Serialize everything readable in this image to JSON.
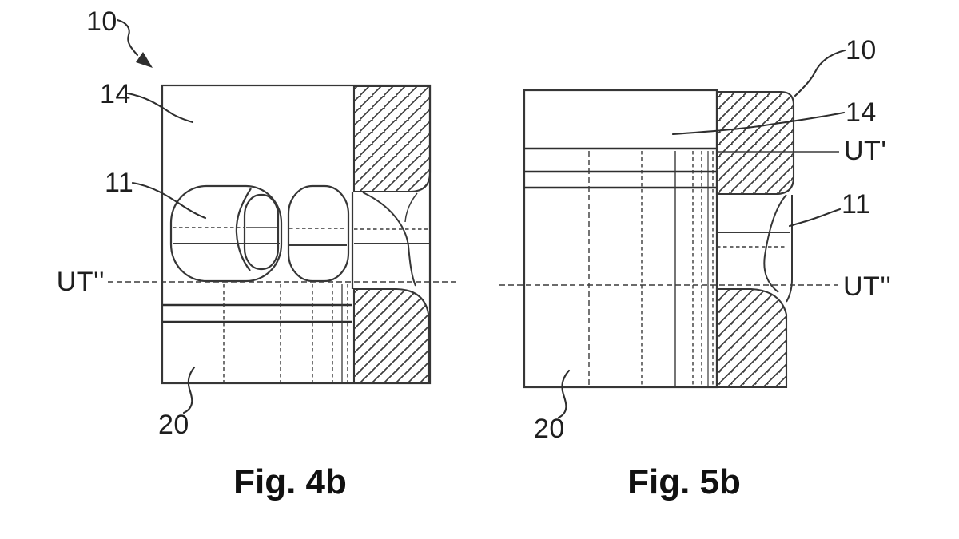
{
  "sheet": {
    "type": "patent-drawing",
    "background_color": "#ffffff",
    "line_color": "#363636",
    "text_color": "#1e1e1e"
  },
  "fig4b": {
    "caption": "Fig. 4b",
    "ref_10": "10",
    "ref_14": "14",
    "ref_11": "11",
    "ref_20": "20",
    "ut_double_label": "UT''"
  },
  "fig5b": {
    "caption": "Fig. 5b",
    "ref_10": "10",
    "ref_14": "14",
    "ref_11": "11",
    "ref_20": "20",
    "ut_prime_label": "UT'",
    "ut_double_label": "UT''"
  }
}
